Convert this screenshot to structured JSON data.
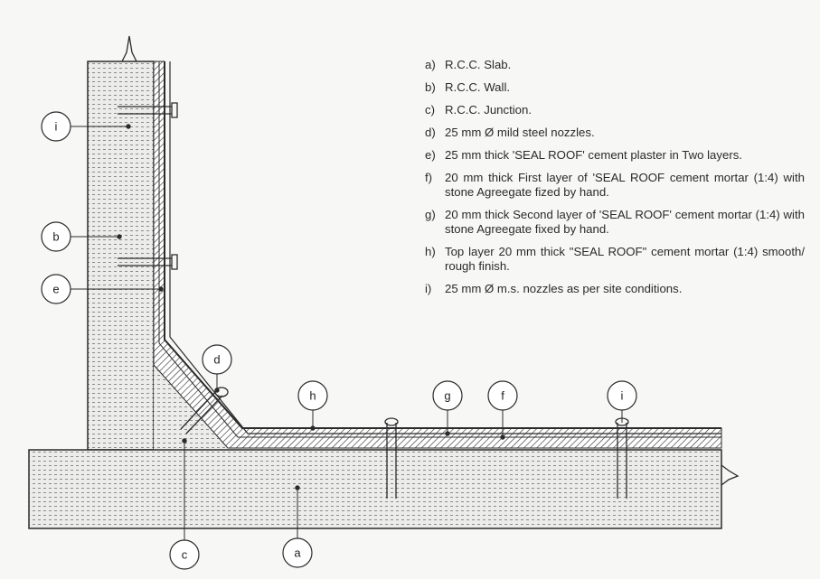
{
  "legend": [
    {
      "key": "a)",
      "text": "R.C.C. Slab."
    },
    {
      "key": "b)",
      "text": "R.C.C. Wall."
    },
    {
      "key": "c)",
      "text": "R.C.C. Junction."
    },
    {
      "key": "d)",
      "text": "25 mm Ø mild steel nozzles."
    },
    {
      "key": "e)",
      "text": "25 mm thick 'SEAL ROOF' cement plaster in Two layers."
    },
    {
      "key": "f)",
      "text": "20 mm thick First layer of 'SEAL ROOF cement mortar (1:4) with stone Agreegate fized by hand."
    },
    {
      "key": "g)",
      "text": "20 mm thick Second layer of 'SEAL ROOF' cement mortar (1:4) with stone Agreegate fixed by hand."
    },
    {
      "key": "h)",
      "text": "Top layer 20 mm thick \"SEAL ROOF\" cement mortar (1:4) smooth/ rough finish."
    },
    {
      "key": "i)",
      "text": "25 mm Ø m.s. nozzles as per site conditions."
    }
  ],
  "callouts": {
    "i_top": "i",
    "b": "b",
    "e": "e",
    "d": "d",
    "h": "h",
    "g": "g",
    "f": "f",
    "i_right": "i",
    "c": "c",
    "a": "a"
  },
  "colors": {
    "line": "#2b2b2b",
    "concrete": "#ebebea",
    "hatch": "#555555",
    "paper": "#f7f7f5"
  }
}
